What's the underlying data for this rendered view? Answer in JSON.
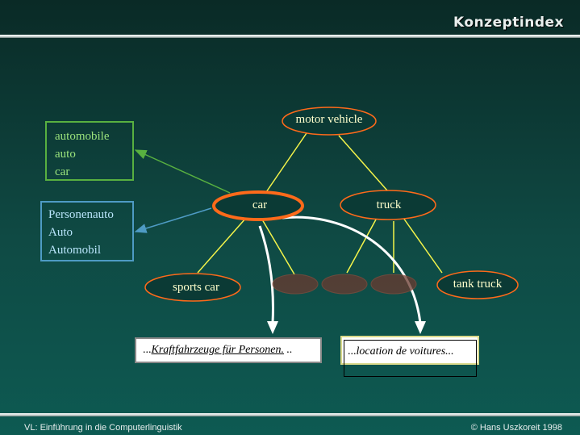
{
  "header": {
    "title": "Konzeptindex"
  },
  "footer": {
    "left": "VL: Einführung in die Computerlinguistik",
    "right": "© Hans Uszkoreit 1998"
  },
  "nodes": {
    "motor_vehicle": "motor vehicle",
    "car": "car",
    "truck": "truck",
    "sports_car": "sports car",
    "tank_truck": "tank truck"
  },
  "english_box": {
    "lines": [
      "automobile",
      "auto",
      "car"
    ]
  },
  "german_box": {
    "lines": [
      "Personenauto",
      "Auto",
      "Automobil"
    ]
  },
  "glosses": {
    "german": {
      "lead": "...",
      "text": "Kraftfahrzeuge für Personen.",
      "tail": " .."
    },
    "french": {
      "lead": "...",
      "text": "location de voitures..."
    }
  },
  "colors": {
    "node_fill": "#0b3a35",
    "node_border": "#ff6a1a",
    "node_text": "#ffffcc",
    "tree_edge": "#f4f44a",
    "green": "#58b040",
    "blue": "#4e9bc4"
  }
}
